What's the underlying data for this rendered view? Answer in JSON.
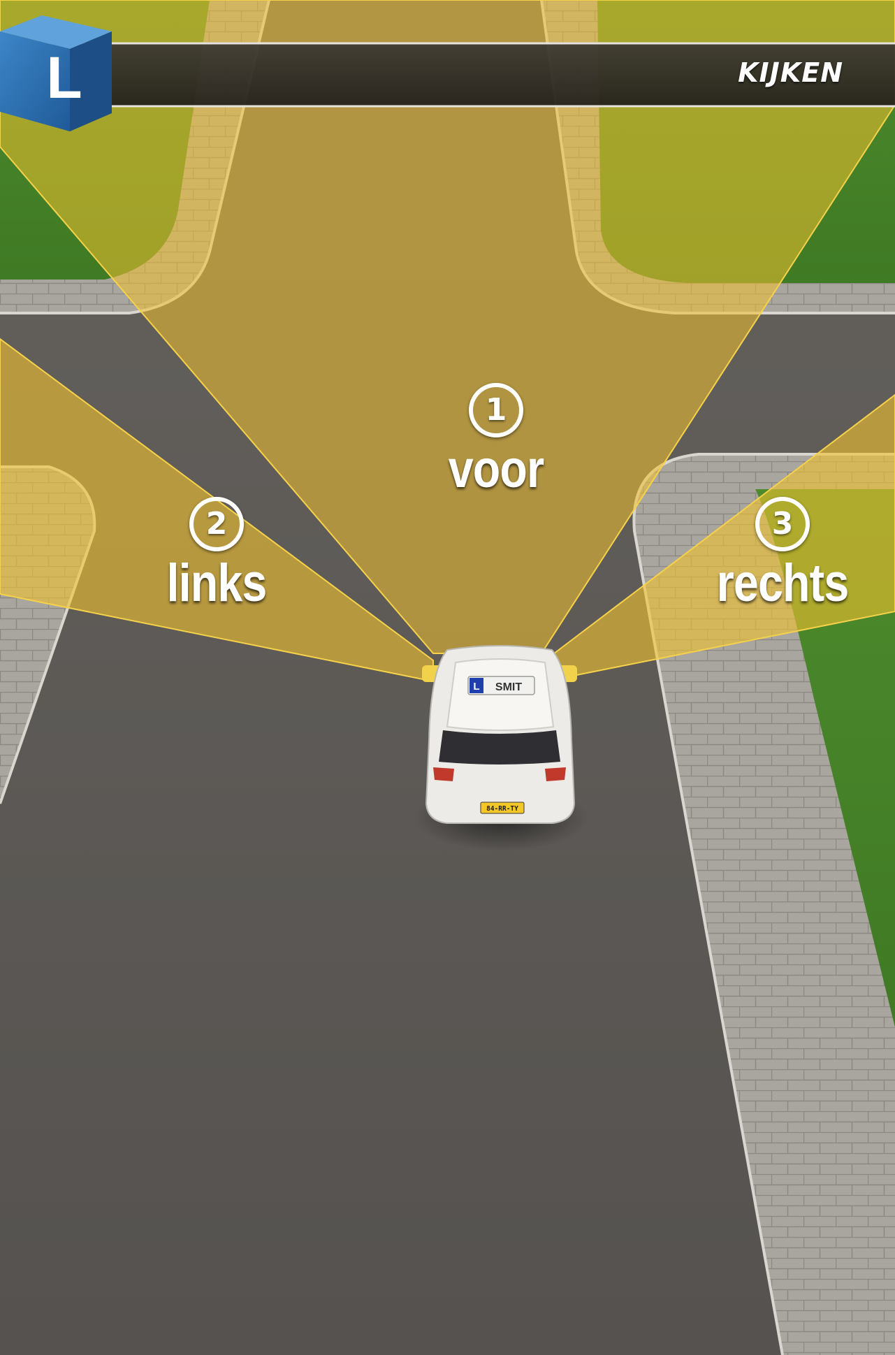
{
  "header": {
    "title": "KIJKEN",
    "logo_letter": "L"
  },
  "directions": [
    {
      "number": "1",
      "label": "voor"
    },
    {
      "number": "2",
      "label": "links"
    },
    {
      "number": "3",
      "label": "rechts"
    }
  ],
  "car": {
    "roof_sign": "SMIT",
    "roof_sign_letter": "L",
    "plate": "84-RR-TY"
  },
  "colors": {
    "view_cone": "#f2c12e",
    "road": "#5d5a57",
    "grass": "#4f8a2b",
    "sidewalk": "#a8a59f",
    "header_bar": "#2b2926",
    "logo_blue": "#2f73b3"
  }
}
